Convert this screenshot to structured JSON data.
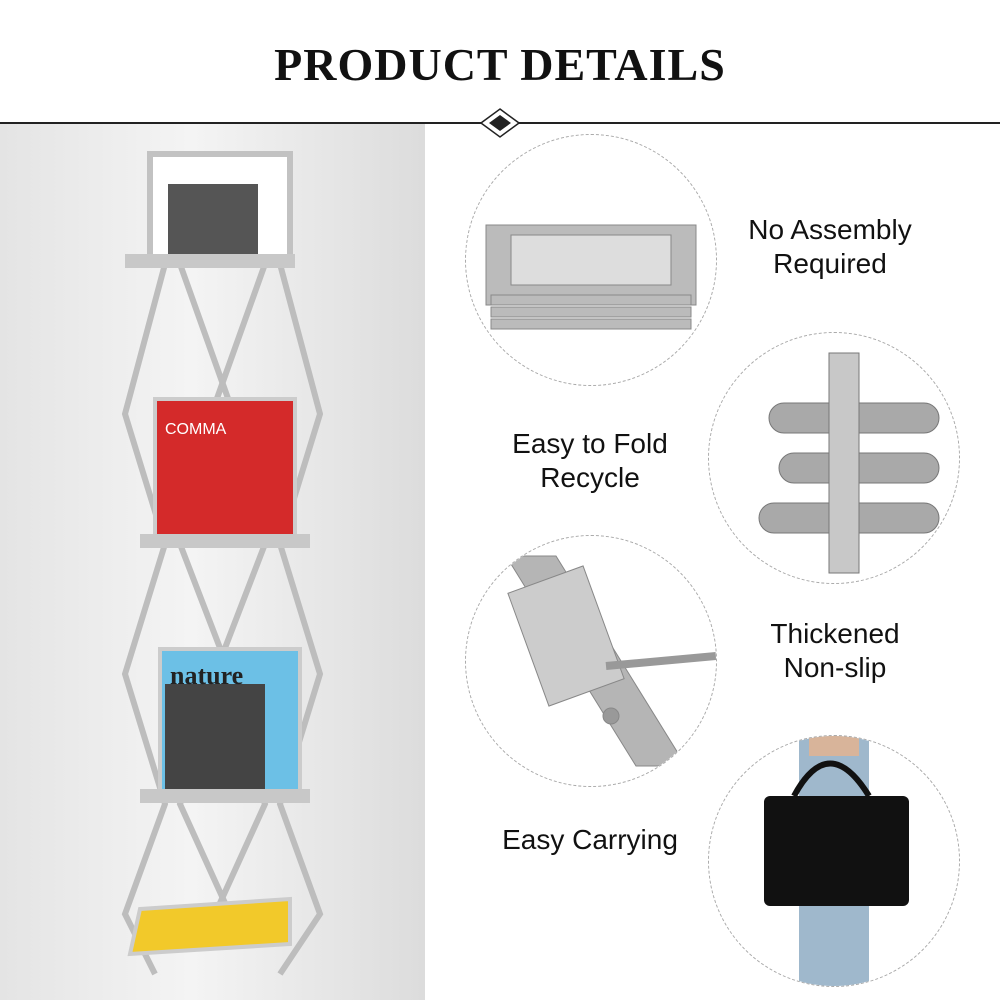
{
  "header": {
    "title": "PRODUCT DETAILS"
  },
  "features": [
    {
      "label_line1": "No Assembly",
      "label_line2": "Required",
      "icon": "folded-rack-photo"
    },
    {
      "label_line1": "Easy to Fold",
      "label_line2": "Recycle",
      "icon": "hinge-closeup-photo"
    },
    {
      "label_line1": "Thickened",
      "label_line2": "Non-slip",
      "icon": "joint-closeup-photo"
    },
    {
      "label_line1": "Easy Carrying",
      "label_line2": "",
      "icon": "carry-bag-photo"
    }
  ],
  "product": {
    "magazines": [
      "COMMA",
      "nature"
    ]
  },
  "colors": {
    "accent": "#111111",
    "frame": "#b8b8b8"
  }
}
